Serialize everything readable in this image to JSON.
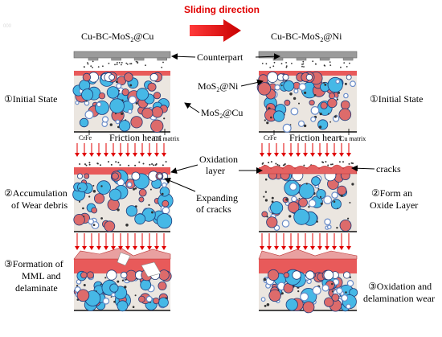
{
  "header": {
    "direction_label": "Sliding direction",
    "left_title_pre": "Cu-BC-MoS",
    "left_title_sub": "2",
    "left_title_post": "@Cu",
    "right_title_pre": "Cu-BC-MoS",
    "right_title_sub": "2",
    "right_title_post": "@Ni",
    "corner_mark": "000"
  },
  "annotations": {
    "counterpart": "Counterpart",
    "mos2_ni_pre": "MoS",
    "mos2_ni_sub": "2",
    "mos2_ni_post": "@Ni",
    "mos2_cu_pre": "MoS",
    "mos2_cu_sub": "2",
    "mos2_cu_post": "@Cu",
    "crfe": "CrFe",
    "friction_heat": "Friction heart",
    "cu_matrix": "Cu matrix",
    "oxidation_line1": "Oxidation",
    "oxidation_line2": "layer",
    "expanding_line1": "Expanding",
    "expanding_line2": "of cracks",
    "cracks": "cracks"
  },
  "stages_left": [
    {
      "lines": [
        "①Initial State"
      ]
    },
    {
      "lines": [
        "②Accumulation",
        "of Wear debris"
      ]
    },
    {
      "lines": [
        "③Formation of",
        "MML and",
        "delaminate"
      ]
    }
  ],
  "stages_right": [
    {
      "lines": [
        "①Initial State"
      ]
    },
    {
      "lines": [
        "②Form an",
        "Oxide Layer"
      ]
    },
    {
      "lines": [
        "③Oxidation and",
        "delamination wear"
      ]
    }
  ],
  "colors": {
    "matrix": "#ebe6e0",
    "counterpart": "#9b9b9b",
    "top_band": "#e85a5a",
    "oxide": "#e46262",
    "arrow": "#e00000",
    "cyan_particle": "#46b8e6",
    "red_particle": "#dd6b6b",
    "ring_particle": "#6a8cc8",
    "dot": "#333333",
    "divider": "#111111",
    "label": "#000000",
    "direction_text": "#e00000"
  }
}
